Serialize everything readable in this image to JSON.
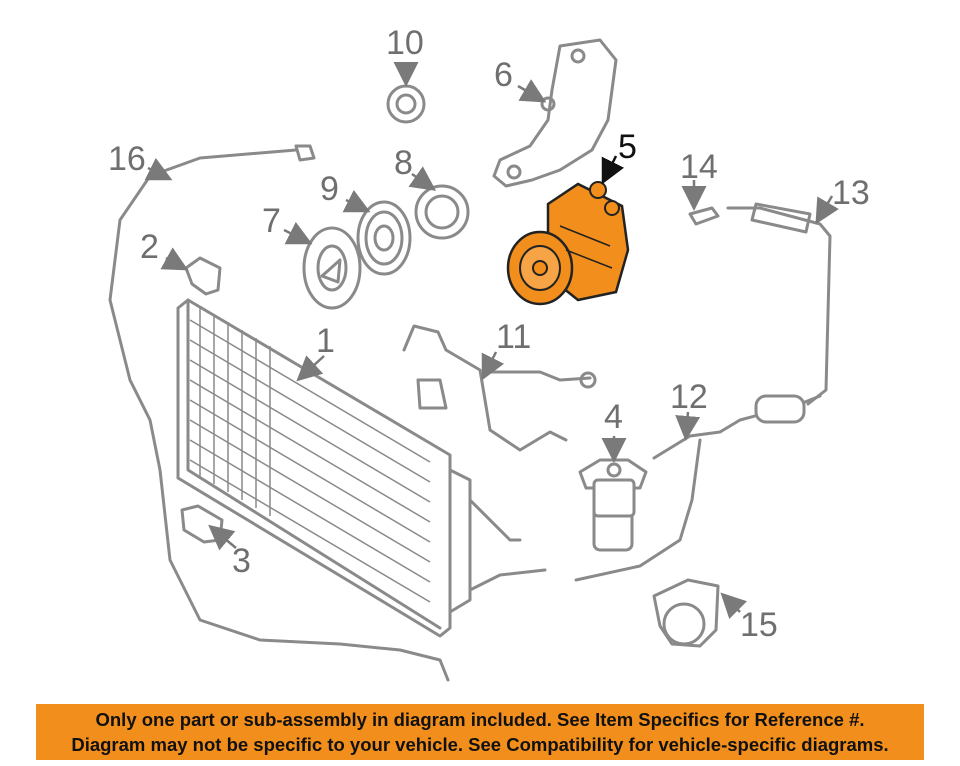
{
  "callouts": {
    "c1": "1",
    "c2": "2",
    "c3": "3",
    "c4": "4",
    "c5": "5",
    "c6": "6",
    "c7": "7",
    "c8": "8",
    "c9": "9",
    "c10": "10",
    "c11": "11",
    "c12": "12",
    "c13": "13",
    "c14": "14",
    "c15": "15",
    "c16": "16"
  },
  "highlight": {
    "part": "5",
    "color": "#f28e1c"
  },
  "banner": {
    "line1": "Only one part or sub-assembly in diagram included. See Item Specifics for Reference #.",
    "line2": "Diagram may not be specific to your vehicle. See Compatibility for vehicle-specific diagrams.",
    "color": "#f28e1c"
  }
}
